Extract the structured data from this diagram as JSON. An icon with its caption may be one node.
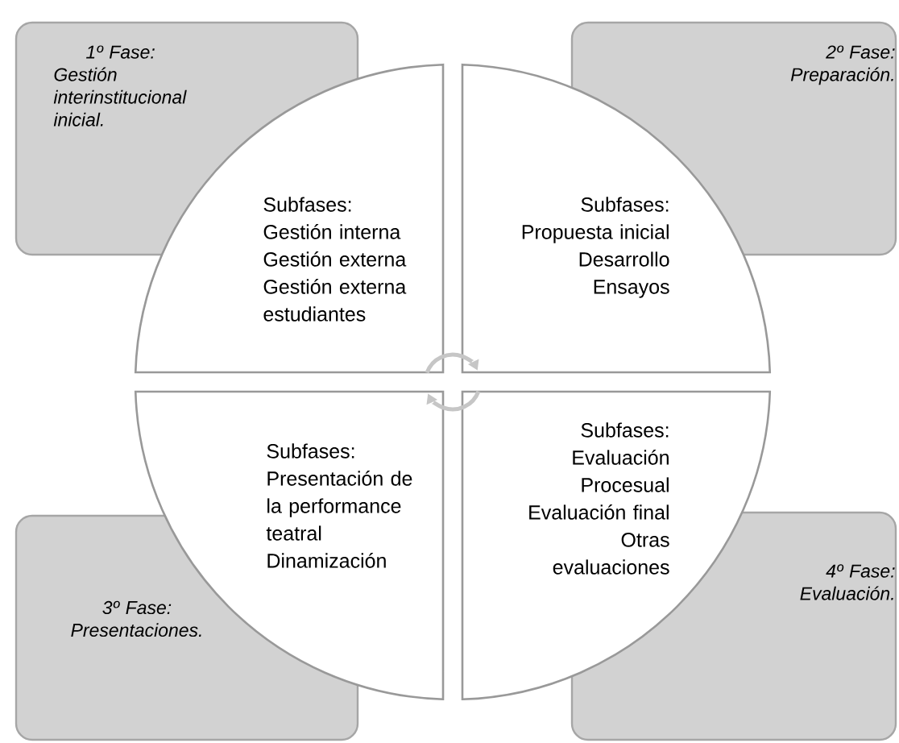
{
  "diagram": {
    "nodes": [
      {
        "text": [
          "1º Fase:",
          "Gestión interinstitucional inicial."
        ]
      },
      {
        "text": [
          "2º Fase:",
          "Preparación."
        ]
      },
      {
        "text": [
          "Subfases:",
          "Gestión interna",
          "Gestión externa",
          "Gestión externa estudiantes"
        ]
      },
      {
        "text": [
          "Subfases:",
          "Propuesta inicial",
          "Desarrollo",
          "Ensayos"
        ]
      },
      {
        "text": [
          "Subfases:",
          "Presentación de la performance teatral",
          "Dinamización"
        ]
      },
      {
        "text": [
          "Subfases:",
          "Evaluación Procesual",
          "Evaluación final",
          "Otras evaluaciones"
        ]
      },
      {
        "text": [
          "3º Fase:",
          "Presentaciones."
        ]
      },
      {
        "text": [
          "4º Fase:",
          "Evaluación."
        ]
      }
    ],
    "edges": [
      {
        "from": 2,
        "to": 3,
        "arrow": "to"
      },
      {
        "from": 5,
        "to": 4,
        "arrow": "to"
      }
    ]
  }
}
